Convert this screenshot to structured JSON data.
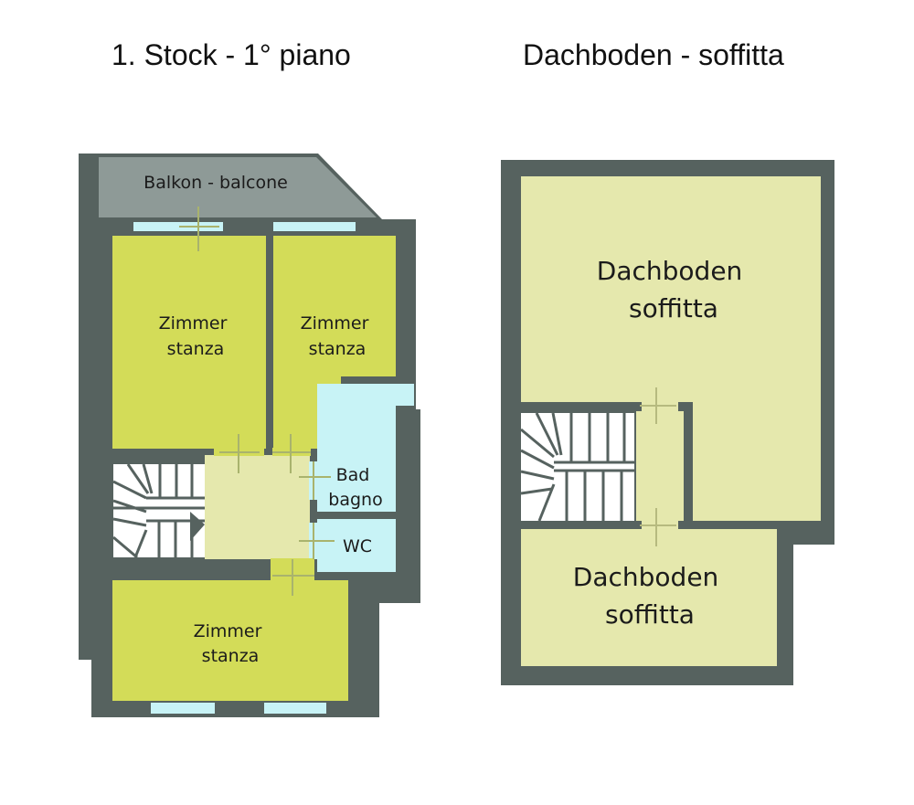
{
  "floors": [
    {
      "title": "1. Stock - 1° piano",
      "rooms": {
        "balcony": "Balkon - balcone",
        "room_top_left": [
          "Zimmer",
          "stanza"
        ],
        "room_top_right": [
          "Zimmer",
          "stanza"
        ],
        "bath": [
          "Bad",
          "bagno"
        ],
        "wc": "WC",
        "room_bottom": [
          "Zimmer",
          "stanza"
        ]
      }
    },
    {
      "title": "Dachboden - soffitta",
      "rooms": {
        "attic_top": [
          "Dachboden",
          "soffitta"
        ],
        "attic_bottom": [
          "Dachboden",
          "soffitta"
        ]
      }
    }
  ],
  "colors": {
    "wall": "#56625f",
    "room_green": "#d3dc58",
    "hall": "#e5e8ad",
    "attic": "#e5e8ad",
    "wet_room": "#c8f3f6",
    "balcony": "#8e9a97",
    "window": "#c8f3f6",
    "stairs": "#ffffff"
  }
}
